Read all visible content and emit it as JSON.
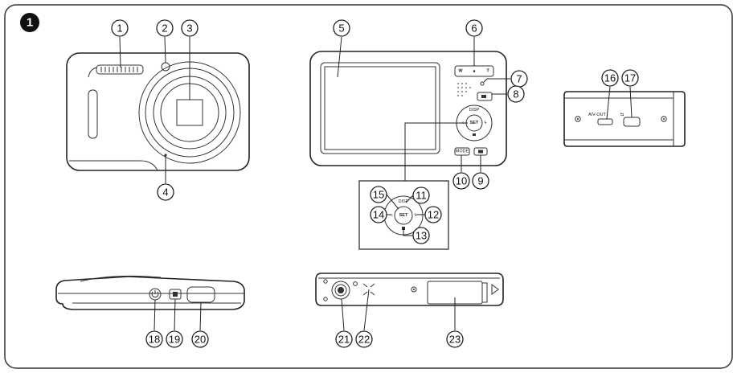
{
  "section_badge": "1",
  "button_marks": {
    "zoom_wide": "W",
    "zoom_tele": "T",
    "disp": "DISP",
    "set": "SET",
    "mode": "MODE",
    "port": "A/V-OUT"
  },
  "callouts": [
    "1",
    "2",
    "3",
    "4",
    "5",
    "6",
    "7",
    "8",
    "9",
    "10",
    "11",
    "12",
    "13",
    "14",
    "15",
    "16",
    "17",
    "18",
    "19",
    "20",
    "21",
    "22",
    "23"
  ],
  "colors": {
    "stroke": "#222222",
    "background": "#ffffff",
    "badge": "#111111"
  }
}
